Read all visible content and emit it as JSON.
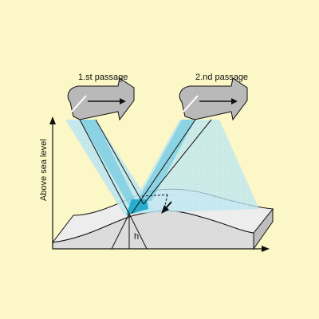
{
  "labels": {
    "passage_1": "1.st passage",
    "passage_2": "2.nd passage",
    "y_axis": "Above sea level",
    "height": "h"
  },
  "colors": {
    "background": "#fbf7c7",
    "beam": "#b7e4f0",
    "beam_dark": "#62c4e0",
    "overlap": "#1aa6c9",
    "satellite": "#b9b9b9",
    "ground_front": "#dcdcdc",
    "ground_side": "#bdbdbd"
  },
  "icons": {
    "satellite_1": "satellite-icon",
    "satellite_2": "satellite-icon",
    "motion_arrow": "arrow-down-left-icon"
  }
}
